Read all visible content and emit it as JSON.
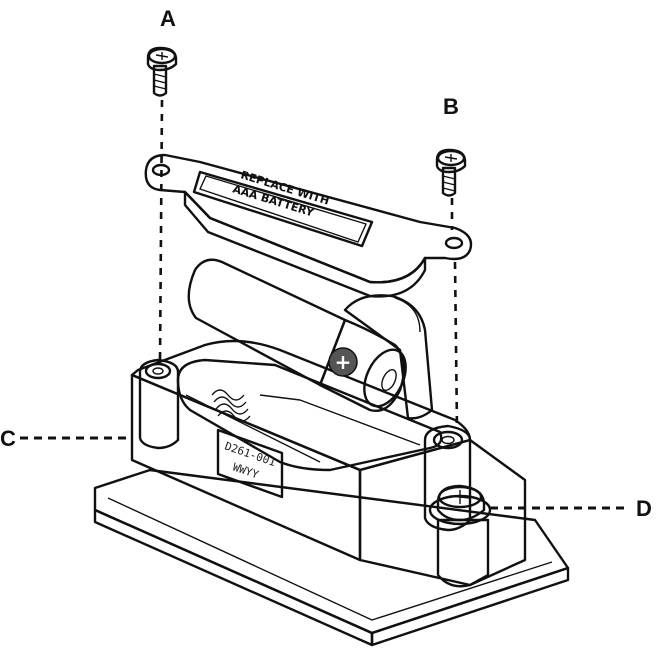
{
  "callouts": {
    "a": "A",
    "b": "B",
    "c": "C",
    "d": "D"
  },
  "cover_label": {
    "line1": "REPLACE WITH",
    "line2": "AAA BATTERY"
  },
  "battery": {
    "negative": "−",
    "positive": "+"
  },
  "housing_stamp": {
    "line1": "D261-001",
    "line2": "WWYY"
  },
  "colors": {
    "ink": "#111111",
    "battery_body": "#555555",
    "battery_cap": "#e6e6e6",
    "paper": "#ffffff"
  }
}
